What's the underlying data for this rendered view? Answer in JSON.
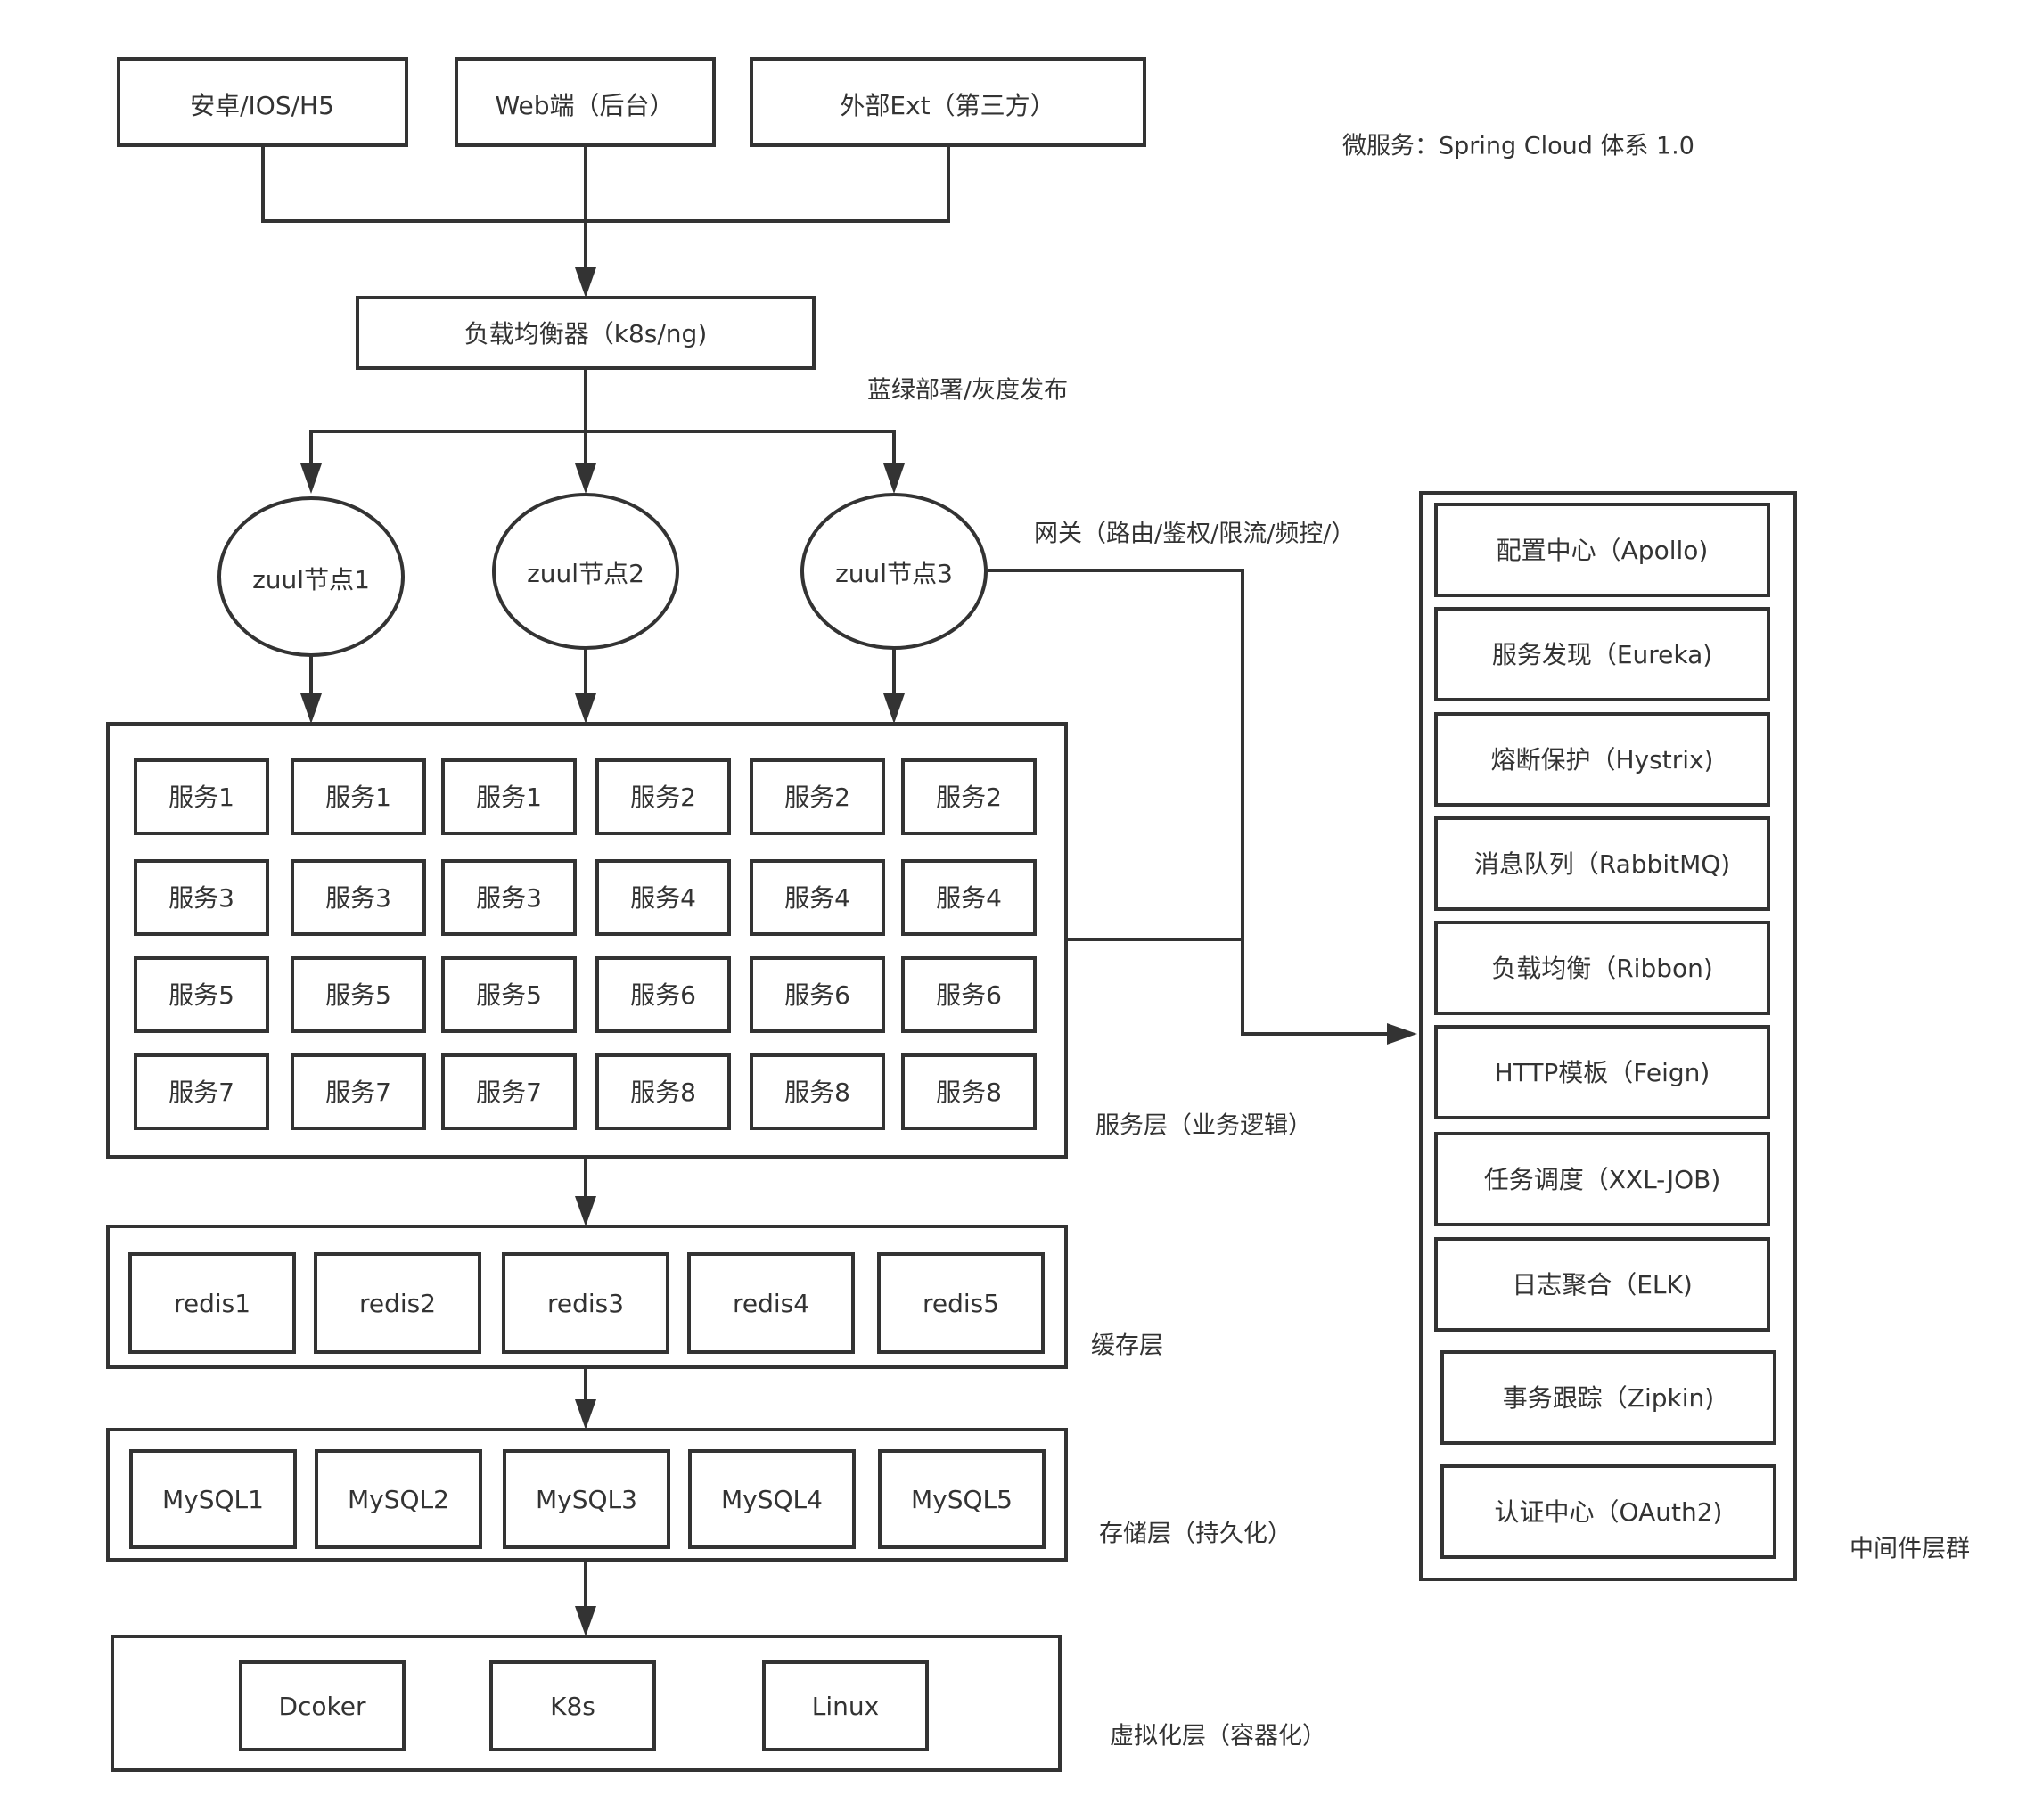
{
  "title": "微服务：Spring Cloud 体系 1.0",
  "clients": [
    "安卓/IOS/H5",
    "Web端（后台）",
    "外部Ext（第三方）"
  ],
  "load_balancer": "负载均衡器（k8s/ng)",
  "lb_note": "蓝绿部署/灰度发布",
  "gateway_nodes": [
    "zuul节点1",
    "zuul节点2",
    "zuul节点3"
  ],
  "gateway_label": "网关（路由/鉴权/限流/频控/）",
  "service_rows": [
    [
      "服务1",
      "服务1",
      "服务1",
      "服务2",
      "服务2",
      "服务2"
    ],
    [
      "服务3",
      "服务3",
      "服务3",
      "服务4",
      "服务4",
      "服务4"
    ],
    [
      "服务5",
      "服务5",
      "服务5",
      "服务6",
      "服务6",
      "服务6"
    ],
    [
      "服务7",
      "服务7",
      "服务7",
      "服务8",
      "服务8",
      "服务8"
    ]
  ],
  "service_layer_label": "服务层（业务逻辑）",
  "cache_nodes": [
    "redis1",
    "redis2",
    "redis3",
    "redis4",
    "redis5"
  ],
  "cache_layer_label": "缓存层",
  "storage_nodes": [
    "MySQL1",
    "MySQL2",
    "MySQL3",
    "MySQL4",
    "MySQL5"
  ],
  "storage_layer_label": "存储层（持久化）",
  "virtual_nodes": [
    "Dcoker",
    "K8s",
    "Linux"
  ],
  "virtual_layer_label": "虚拟化层（容器化）",
  "middleware": [
    "配置中心（Apollo)",
    "服务发现（Eureka)",
    "熔断保护（Hystrix)",
    "消息队列（RabbitMQ)",
    "负载均衡（Ribbon)",
    "HTTP模板（Feign)",
    "任务调度（XXL-JOB)",
    "日志聚合（ELK)",
    "事务跟踪（Zipkin)",
    "认证中心（OAuth2)"
  ],
  "middleware_label": "中间件层群"
}
